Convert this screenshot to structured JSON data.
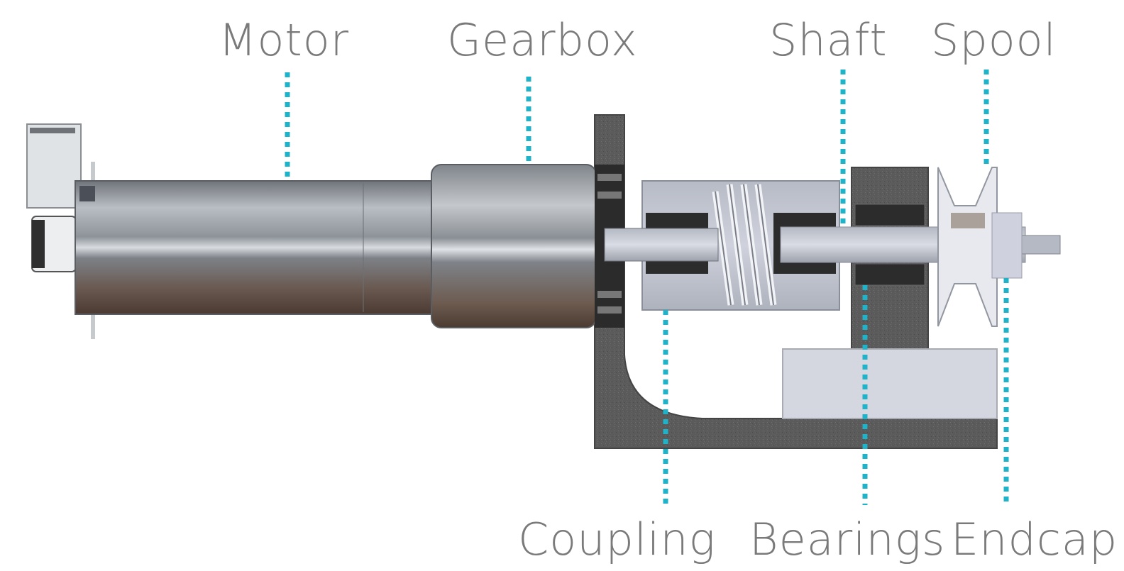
{
  "labels": {
    "motor": "Motor",
    "gearbox": "Gearbox",
    "shaft": "Shaft",
    "spool": "Spool",
    "coupling": "Coupling",
    "bearings": "Bearings",
    "endcap": "Endcap"
  },
  "colors": {
    "leader": "#1fb3c9",
    "label_text": "#7a7a7a",
    "bracket": "#5a5a5a",
    "motor_steel": "#8a8f96",
    "coupling_steel": "#c4c8d2",
    "block": "#d6d8e2"
  }
}
